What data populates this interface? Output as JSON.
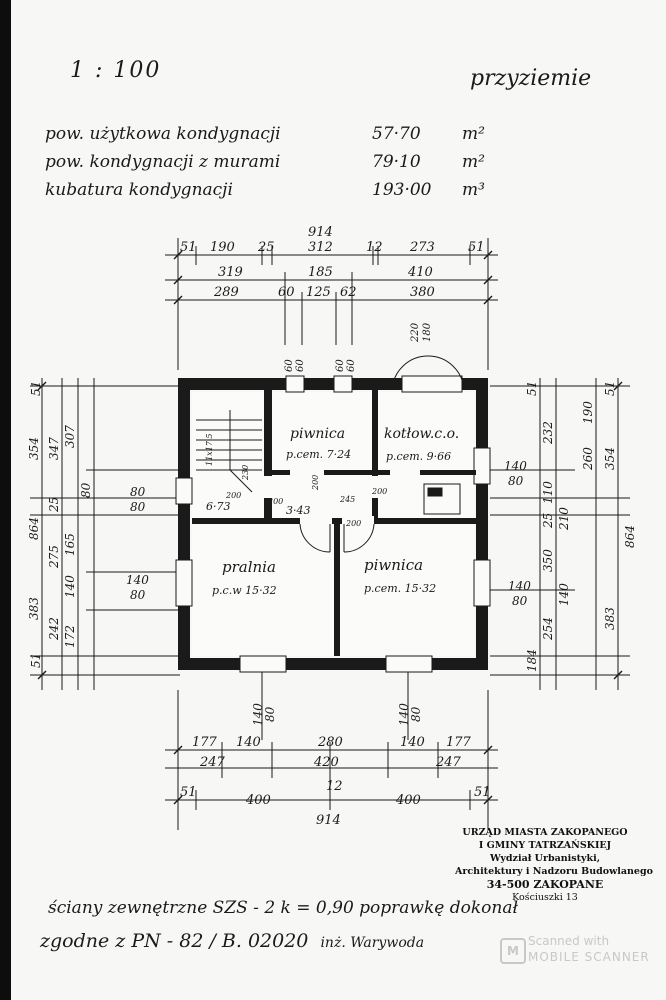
{
  "header": {
    "scale": "1 : 100",
    "level": "przyziemie"
  },
  "summary": [
    {
      "label": "pow. użytkowa kondygnacji",
      "value": "57·70",
      "unit": "m²"
    },
    {
      "label": "pow. kondygnacji z murami",
      "value": "79·10",
      "unit": "m²"
    },
    {
      "label": "kubatura kondygnacji",
      "value": "193·00",
      "unit": "m³"
    }
  ],
  "top_dims": {
    "total": "914",
    "row1": [
      "51",
      "190",
      "25",
      "312",
      "12",
      "273",
      "51"
    ],
    "row2": [
      "319",
      "185",
      "410"
    ],
    "row3": [
      "289",
      "60",
      "125",
      "62",
      "380"
    ],
    "small": [
      "60",
      "60",
      "60",
      "60",
      "220",
      "180"
    ]
  },
  "left_dims": {
    "outer": [
      "354",
      "864",
      "383"
    ],
    "mid": [
      "347",
      "25",
      "275",
      "242"
    ],
    "inner": [
      "307",
      "80",
      "165",
      "140",
      "172",
      "51",
      "51"
    ],
    "openings": [
      {
        "top": "80",
        "bottom": "80"
      },
      {
        "top": "140",
        "bottom": "80"
      }
    ]
  },
  "right_dims": {
    "outer": [
      "354",
      "864",
      "383"
    ],
    "mid": [
      "232",
      "110",
      "25",
      "350",
      "254",
      "51"
    ],
    "inner": [
      "190",
      "260",
      "210",
      "140",
      "184",
      "51"
    ],
    "openings": [
      {
        "top": "140",
        "bottom": "80"
      },
      {
        "top": "140",
        "bottom": "80"
      }
    ]
  },
  "bottom_dims": {
    "row1": [
      "177",
      "140",
      "280",
      "140",
      "177"
    ],
    "row2": [
      "247",
      "420",
      "247"
    ],
    "row3": [
      "51",
      "400",
      "12",
      "400",
      "51"
    ],
    "total": "914",
    "openings": [
      {
        "top": "140",
        "bottom": "80"
      },
      {
        "top": "140",
        "bottom": "80"
      }
    ]
  },
  "plan": {
    "rooms": [
      {
        "name": "piwnica",
        "floor": "p.cem. 7·24"
      },
      {
        "name": "kotłow.c.o.",
        "floor": "p.cem. 9·66"
      },
      {
        "name": "pralnia",
        "floor": "p.c.w 15·32"
      },
      {
        "name": "piwnica",
        "floor": "p.cem. 15·32"
      }
    ],
    "hall": "6·73",
    "corridor": "3·43",
    "small_labels": [
      "200",
      "200",
      "200",
      "200",
      "245",
      "11x17·5",
      "230",
      "200"
    ]
  },
  "stamp": {
    "lines": [
      "URZĄD MIASTA ZAKOPANEGO",
      "I GMINY TATRZAŃSKIEJ",
      "Wydział Urbanistyki,",
      "Architektury i Nadzoru Budowlanego",
      "34-500 ZAKOPANE",
      "Kościuszki 13"
    ]
  },
  "footer": {
    "line1": "ściany zewnętrzne SZS - 2 k = 0,90 poprawkę dokonał",
    "line2": "zgodne z PN - 82 / B. 02020",
    "signature": "inż. Warywoda"
  },
  "watermark": {
    "icon": "mobile-scanner-logo-icon",
    "line1": "Scanned with",
    "line2": "MOBILE SCANNER"
  }
}
